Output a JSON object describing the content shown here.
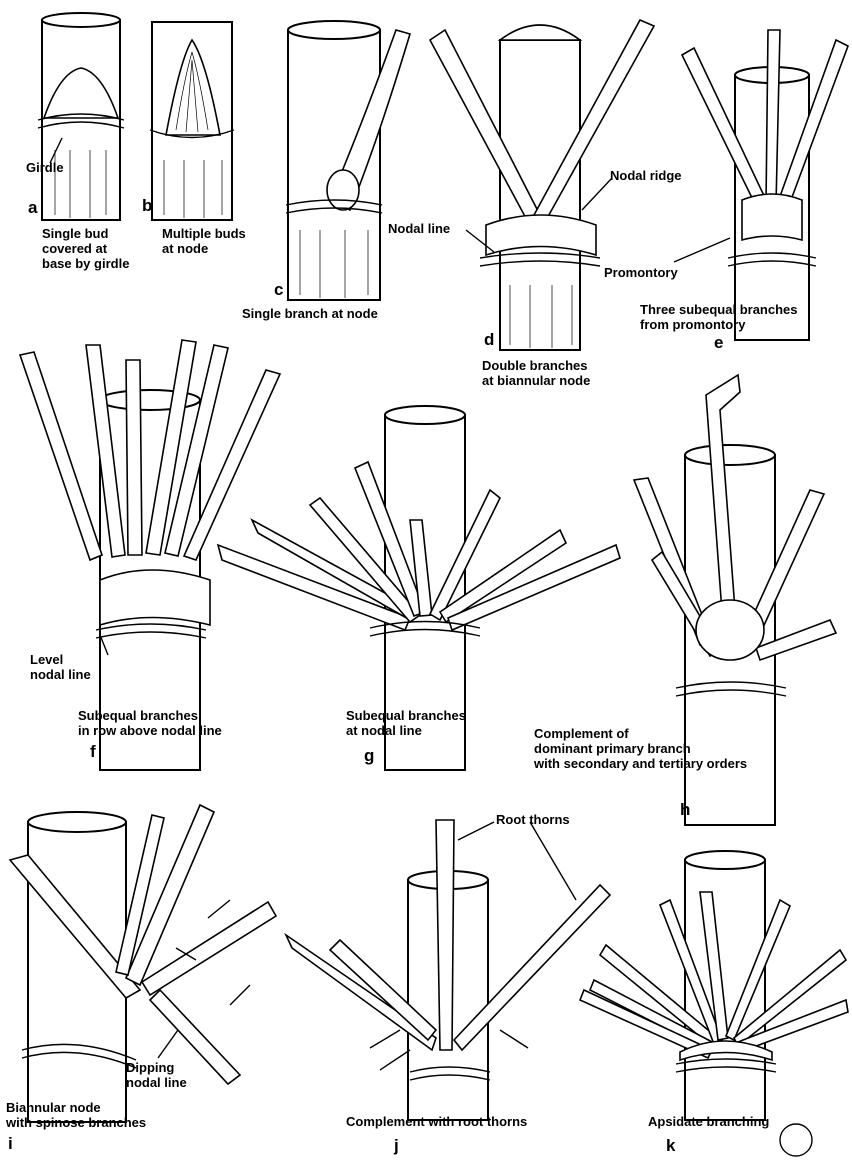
{
  "panels": [
    {
      "letter": "a",
      "caption": "Single bud\ncovered at\nbase by girdle",
      "callouts": [
        "Girdle"
      ]
    },
    {
      "letter": "b",
      "caption": "Multiple buds\nat node",
      "callouts": []
    },
    {
      "letter": "c",
      "caption": "Single branch at node",
      "callouts": []
    },
    {
      "letter": "d",
      "caption": "Double branches\nat biannular node",
      "callouts": [
        "Nodal ridge",
        "Nodal line"
      ]
    },
    {
      "letter": "e",
      "caption": "Three subequal branches\nfrom promontory",
      "callouts": [
        "Promontory"
      ]
    },
    {
      "letter": "f",
      "caption": "Subequal branches\nin row above nodal line",
      "callouts": [
        "Level\nnodal line"
      ]
    },
    {
      "letter": "g",
      "caption": "Subequal branches\nat nodal line",
      "callouts": []
    },
    {
      "letter": "h",
      "caption": "Complement of\ndominant primary branch\nwith secondary and tertiary orders",
      "callouts": []
    },
    {
      "letter": "i",
      "caption": "Biannular node\nwith spinose branches",
      "callouts": [
        "Dipping\nnodal line"
      ]
    },
    {
      "letter": "j",
      "caption": "Complement with root thorns",
      "callouts": [
        "Root thorns"
      ]
    },
    {
      "letter": "k",
      "caption": "Apsidate branching",
      "callouts": []
    }
  ]
}
